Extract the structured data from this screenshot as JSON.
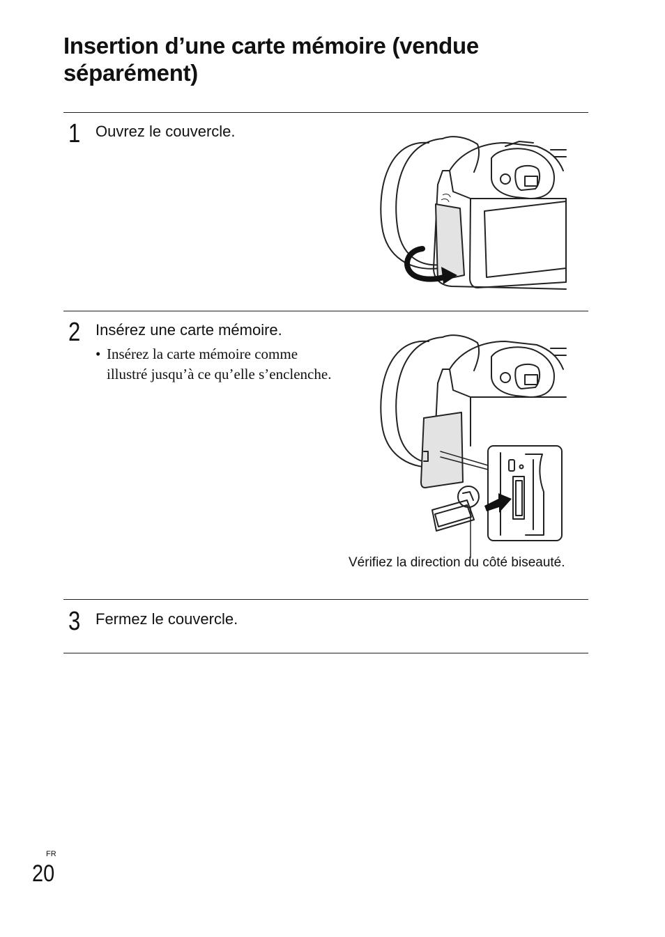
{
  "title": "Insertion d’une carte mémoire (vendue séparément)",
  "steps": [
    {
      "number": "1",
      "text": "Ouvrez le couvercle."
    },
    {
      "number": "2",
      "text": "Insérez une carte mémoire.",
      "bullet_mark": "•",
      "bullet": "Insérez la carte mémoire comme illustré jusqu’à ce qu’elle s’enclenche."
    },
    {
      "number": "3",
      "text": "Fermez le couvercle."
    }
  ],
  "illustrations": {
    "step1": "camera-open-cover-illustration",
    "step2": "camera-insert-card-illustration"
  },
  "caption": "Vérifiez la direction du côté biseauté.",
  "footer": {
    "lang": "FR",
    "page_number": "20"
  }
}
